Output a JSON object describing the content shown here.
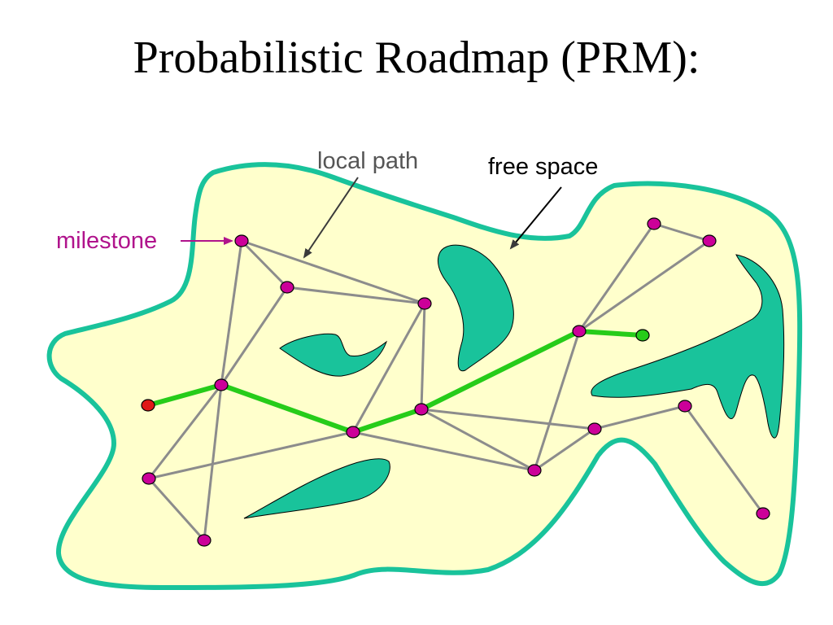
{
  "title": "Probabilistic Roadmap (PRM):",
  "labels": {
    "local_path": "local path",
    "free_space": "free space",
    "milestone": "milestone"
  },
  "colors": {
    "free_space_fill": "#FFFFCC",
    "free_space_border": "#19C39B",
    "obstacle_fill": "#19C39B",
    "edge": "#8C8C8C",
    "path": "#26CC1A",
    "milestone": "#CC0099",
    "start": "#E01818",
    "goal": "#26CC1A",
    "label_local_path": "#555555",
    "label_free_space": "#000000",
    "label_milestone": "#B0138C"
  }
}
